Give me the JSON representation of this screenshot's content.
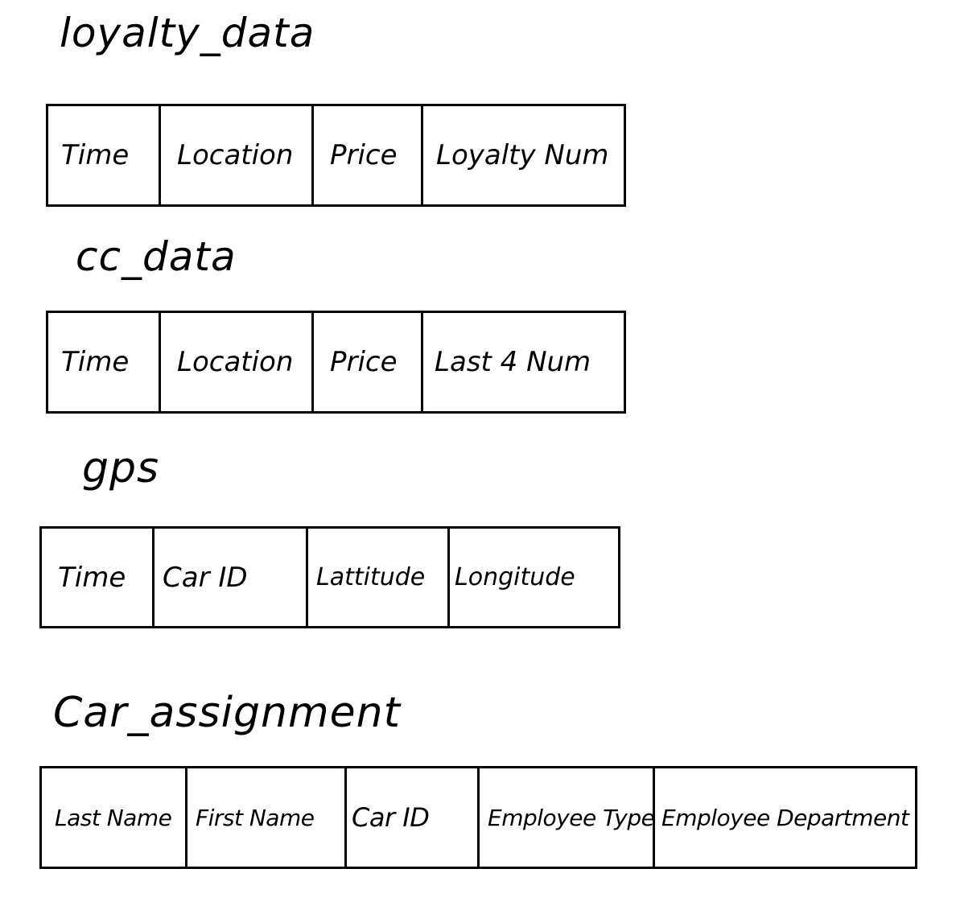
{
  "tables": [
    {
      "title": "loyalty_data",
      "columns": [
        "Time",
        "Location",
        "Price",
        "Loyalty Num"
      ]
    },
    {
      "title": "cc_data",
      "columns": [
        "Time",
        "Location",
        "Price",
        "Last 4 Num"
      ]
    },
    {
      "title": "gps",
      "columns": [
        "Time",
        "Car ID",
        "Lattitude",
        "Longitude"
      ]
    },
    {
      "title": "Car_assignment",
      "columns": [
        "Last Name",
        "First Name",
        "Car ID",
        "Employee Type",
        "Employee Department"
      ]
    }
  ]
}
